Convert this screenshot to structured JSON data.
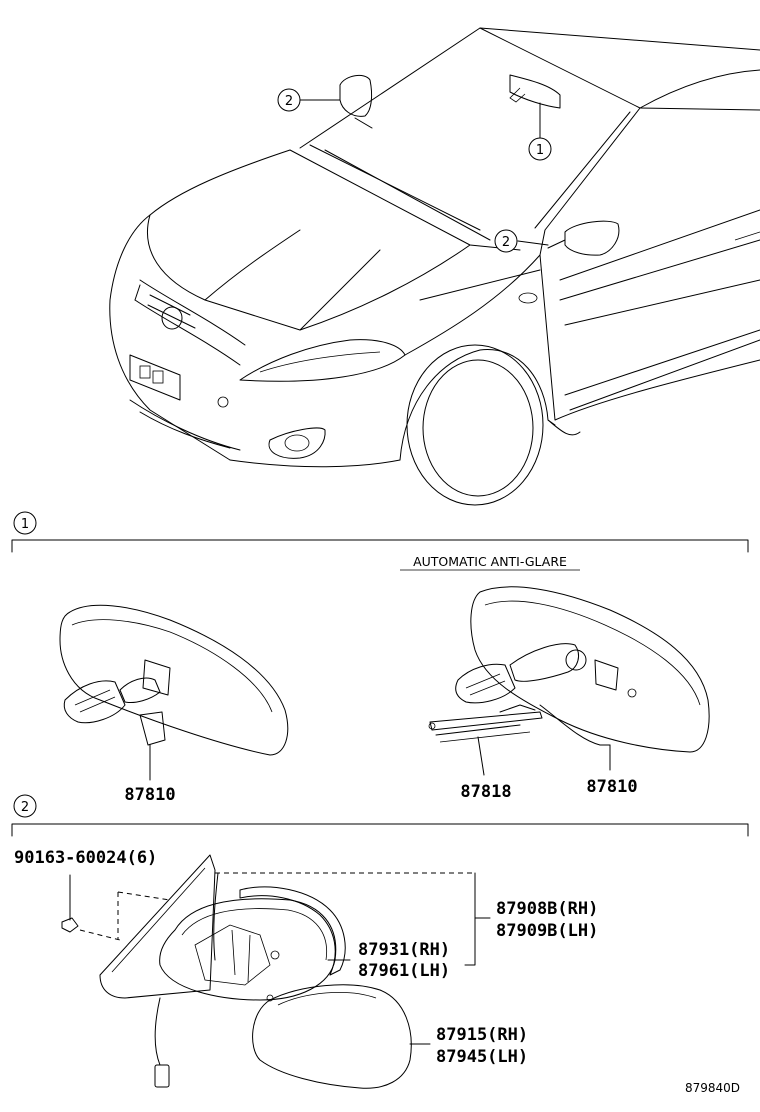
{
  "callouts": {
    "one": "1",
    "two": "2"
  },
  "section1": {
    "marker": "1",
    "variant_label": "AUTOMATIC ANTI-GLARE",
    "parts": {
      "inner_mirror_standard": "87810",
      "inner_mirror_anti_glare": "87810",
      "harness": "87818"
    }
  },
  "section2": {
    "marker": "2",
    "parts": {
      "screw": "90163-60024(6)",
      "mirror_assy_rh": "87908B(RH)",
      "mirror_assy_lh": "87909B(LH)",
      "mirror_rh": "87931(RH)",
      "mirror_lh": "87961(LH)",
      "cover_rh": "87915(RH)",
      "cover_lh": "87945(LH)"
    }
  },
  "diagram_code": "879840D"
}
